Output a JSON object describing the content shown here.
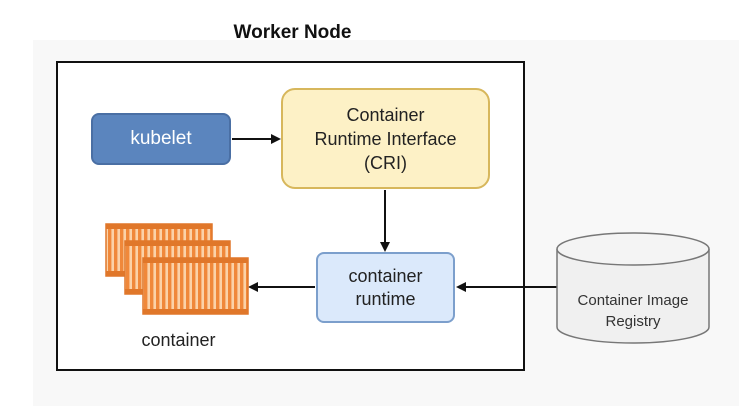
{
  "diagram": {
    "title": "Worker Node",
    "kubelet": "kubelet",
    "cri": {
      "line1": "Container",
      "line2": "Runtime Interface",
      "line3": "(CRI)"
    },
    "runtime": {
      "line1": "container",
      "line2": "runtime"
    },
    "container_label": "container",
    "registry": {
      "line1": "Container Image",
      "line2": "Registry"
    }
  },
  "colors": {
    "kubelet_fill": "#5b85be",
    "cri_fill": "#fdf1c6",
    "cri_stroke": "#d7b75c",
    "runtime_fill": "#dbe9fb",
    "container_orange": "#f0883a",
    "registry_fill": "#f0f0f0"
  },
  "icons": [
    "container-stack-icon",
    "database-cylinder-icon"
  ]
}
